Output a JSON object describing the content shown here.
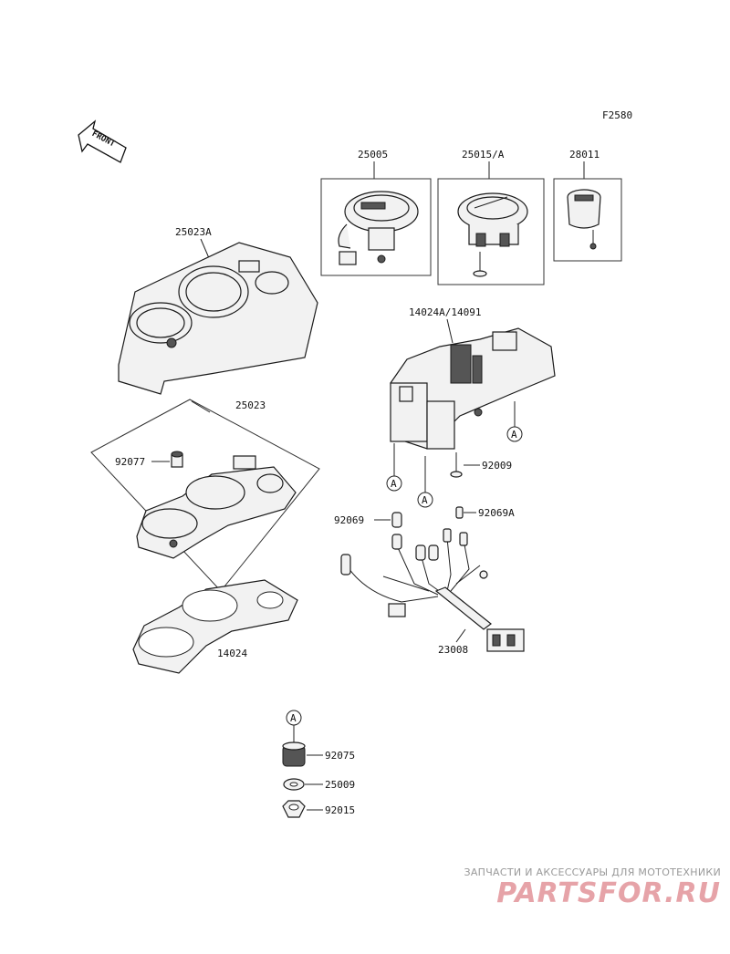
{
  "figure_code": "F2580",
  "front_marker": "FRONT",
  "callout_letter": "A",
  "parts": {
    "p25005": "25005",
    "p25015A": "25015/A",
    "p28011": "28011",
    "p25023A": "25023A",
    "p14024A": "14024A/14091",
    "p25023": "25023",
    "p92077": "92077",
    "p92009": "92009",
    "p92069": "92069",
    "p92069A": "92069A",
    "p14024": "14024",
    "p23008": "23008",
    "p92075": "92075",
    "p25009": "25009",
    "p92015": "92015"
  },
  "watermark": {
    "tagline": "ЗАПЧАСТИ И АКСЕССУАРЫ ДЛЯ МОТОТЕХНИКИ",
    "logo": "PARTSFOR.RU"
  }
}
